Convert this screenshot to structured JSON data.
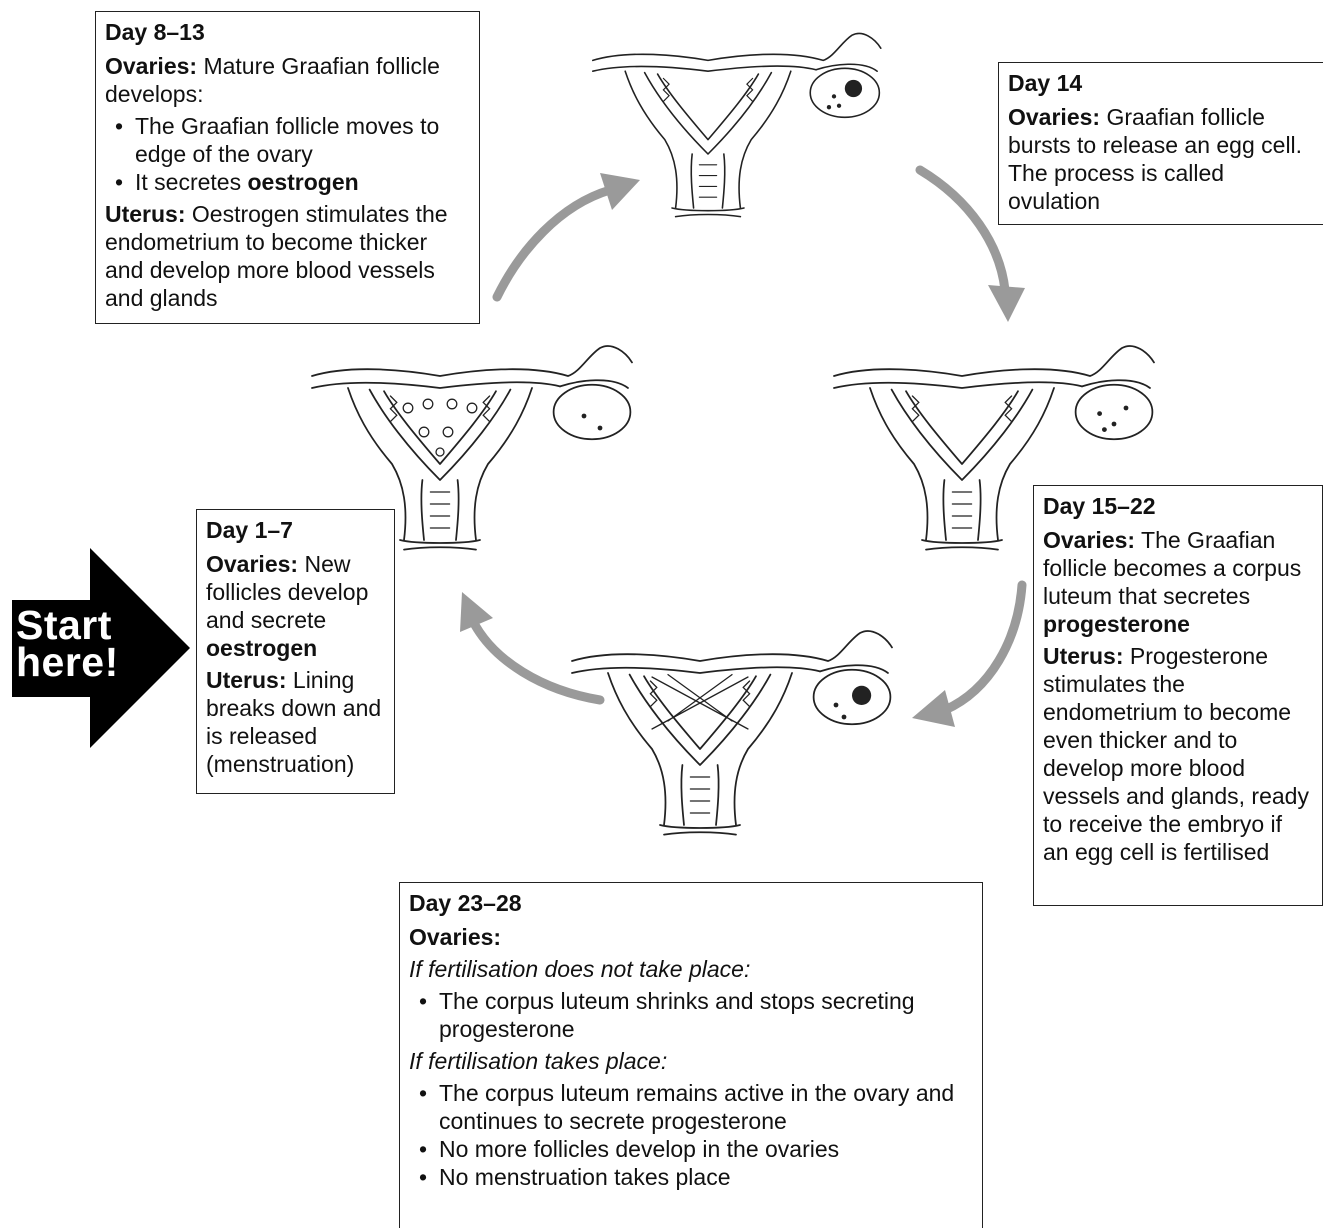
{
  "start": {
    "line1": "Start",
    "line2": "here!"
  },
  "stages": {
    "day_1_7": {
      "day": "Day 1–7",
      "ovaries_label": "Ovaries:",
      "ovaries_pre": " New follicles develop and secrete ",
      "ovaries_bold": "oestrogen",
      "uterus_label": "Uterus:",
      "uterus_text": " Lining breaks down and is released (menstruation)"
    },
    "day_8_13": {
      "day": "Day 8–13",
      "ovaries_label": "Ovaries:",
      "ovaries_text": " Mature Graafian follicle develops:",
      "bullet1": "The Graafian follicle moves to edge of the ovary",
      "bullet2_pre": "It secretes ",
      "bullet2_bold": "oestrogen",
      "uterus_label": "Uterus:",
      "uterus_text": " Oestrogen stimulates the endometrium to become thicker and develop more blood vessels and glands"
    },
    "day_14": {
      "day": "Day 14",
      "ovaries_label": "Ovaries:",
      "ovaries_text": " Graafian follicle bursts to release an egg cell. The process is called ovulation"
    },
    "day_15_22": {
      "day": "Day 15–22",
      "ovaries_label": "Ovaries:",
      "ovaries_pre": " The Graafian follicle becomes a corpus luteum that secretes ",
      "ovaries_bold": "progesterone",
      "uterus_label": "Uterus:",
      "uterus_text": " Progesterone stimulates the endometrium to become even thicker and to develop more blood vessels and glands, ready to receive the embryo if an egg cell is fertilised"
    },
    "day_23_28": {
      "day": "Day 23–28",
      "ovaries_label": "Ovaries:",
      "case_no": "If fertilisation does not take place:",
      "no_bullets": [
        "The corpus luteum shrinks and stops secreting progesterone"
      ],
      "case_yes": "If fertilisation takes place:",
      "yes_bullets": [
        "The corpus luteum remains active in the ovary and continues to secrete progesterone",
        "No more follicles develop in the ovaries",
        "No menstruation takes place"
      ]
    }
  },
  "colors": {
    "arrow": "#9a9a9a",
    "start_arrow": "#000000",
    "ink": "#222222"
  }
}
